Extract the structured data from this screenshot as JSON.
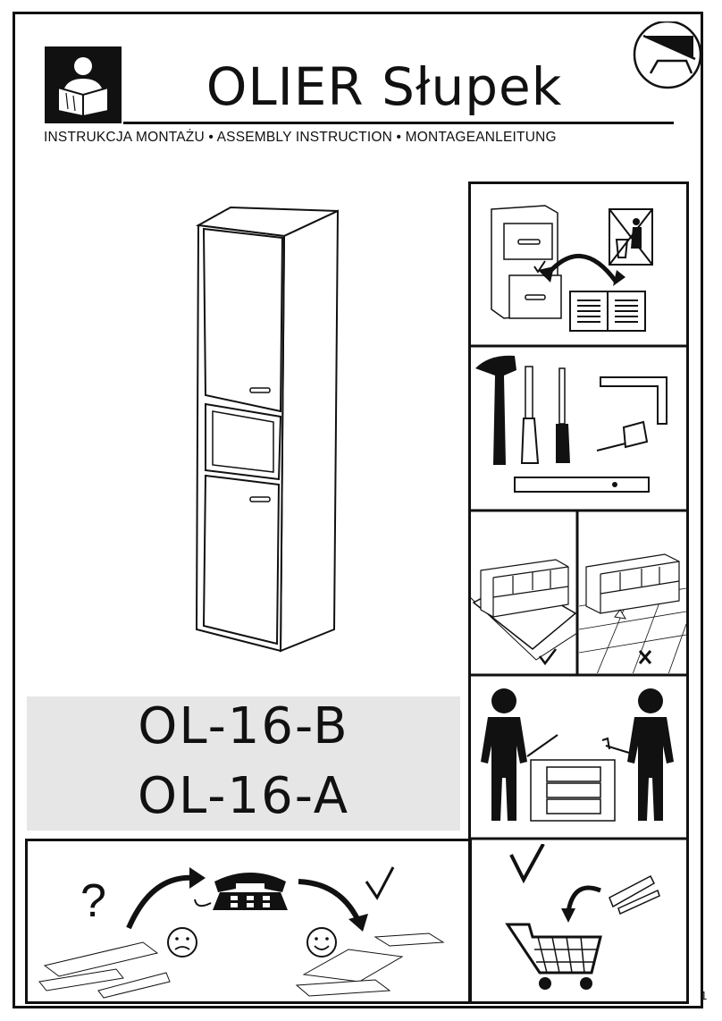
{
  "header": {
    "title": "OLIER Słupek",
    "subtitle": "INSTRUKCJA MONTAŻU • ASSEMBLY INSTRUCTION • MONTAGEANLEITUNG"
  },
  "models": [
    "OL-16-B",
    "OL-16-A"
  ],
  "symbols": {
    "question_mark": "?"
  },
  "icons": {
    "reader": "reading-person-icon",
    "logo": "brand-logo-icon"
  },
  "page": {
    "number": "1"
  }
}
